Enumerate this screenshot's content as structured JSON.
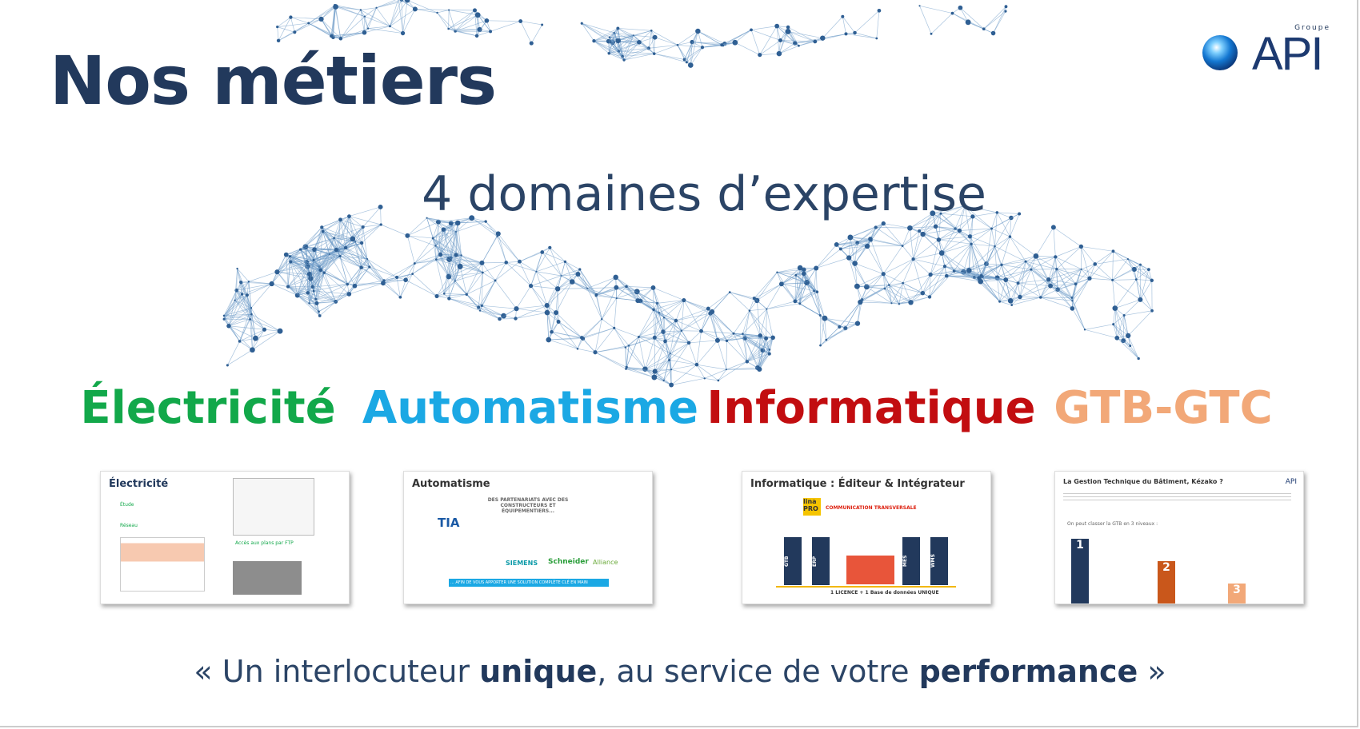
{
  "slide": {
    "title": "Nos métiers",
    "logo": {
      "group": "Groupe",
      "name": "API"
    },
    "subtitle": "4 domaines d’expertise",
    "domains": [
      {
        "label": "Électricité",
        "color": "#12a84a"
      },
      {
        "label": "Automatisme",
        "color": "#1ba8e4"
      },
      {
        "label": "Informatique",
        "color": "#c20d10"
      },
      {
        "label": "GTB-GTC",
        "color": "#f2a878"
      }
    ],
    "thumbnails": [
      {
        "title": "Électricité",
        "lines": [
          "Étude",
          "Réseau",
          "Accès aux plans par FTP"
        ]
      },
      {
        "title": "Automatisme",
        "lines": [
          "DES PARTENARIATS AVEC DES CONSTRUCTEURS ET ÉQUIPEMENTIERS...",
          "TIA",
          "SIEMENS",
          "Schneider",
          "Alliance",
          "... AFIN DE VOUS APPORTER UNE SOLUTION COMPLÈTE CLÉ EN MAIN"
        ]
      },
      {
        "title": "Informatique : Éditeur & Intégrateur",
        "lines": [
          "lina PRO",
          "COMMUNICATION TRANSVERSALE",
          "GTB",
          "ERP",
          "MES",
          "WMS",
          "1 LICENCE + 1 Base de données UNIQUE"
        ]
      },
      {
        "title": "La Gestion Technique du Bâtiment, Kézako ?",
        "lines": [
          "On peut classer la GTB en 3 niveaux :",
          "1",
          "2",
          "3",
          "API"
        ]
      }
    ],
    "tagline": {
      "pre": "« Un interlocuteur ",
      "b1": "unique",
      "mid": ", au service de votre ",
      "b2": "performance",
      "post": " »"
    }
  }
}
